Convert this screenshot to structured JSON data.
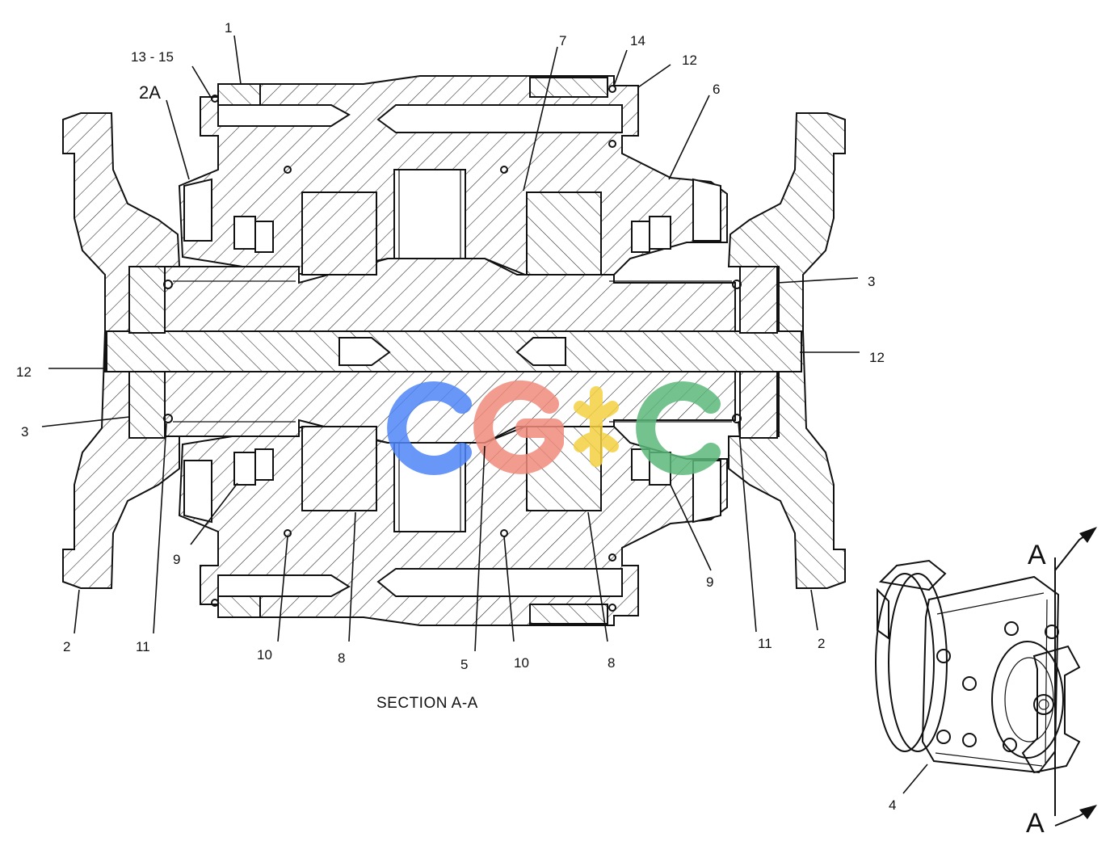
{
  "diagram": {
    "caption": "SECTION A-A",
    "section_marks": [
      "A",
      "A"
    ],
    "callouts": {
      "c1": "1",
      "c13_15": "13 - 15",
      "c2A": "2A",
      "c7": "7",
      "c14": "14",
      "c12_top": "12",
      "c6": "6",
      "c3_right": "3",
      "c12_right": "12",
      "c12_left": "12",
      "c3_left": "3",
      "c9_left": "9",
      "c9_right": "9",
      "c2_left": "2",
      "c11_left": "11",
      "c10_left": "10",
      "c8_left": "8",
      "c5": "5",
      "c10_right": "10",
      "c8_right": "8",
      "c11_right": "11",
      "c2_right": "2",
      "c4": "4"
    },
    "watermark": {
      "letters": [
        "C",
        "G",
        "C"
      ],
      "colors": [
        "#4f86f7",
        "#f08a7c",
        "#f5d142",
        "#5cb87a"
      ]
    }
  }
}
